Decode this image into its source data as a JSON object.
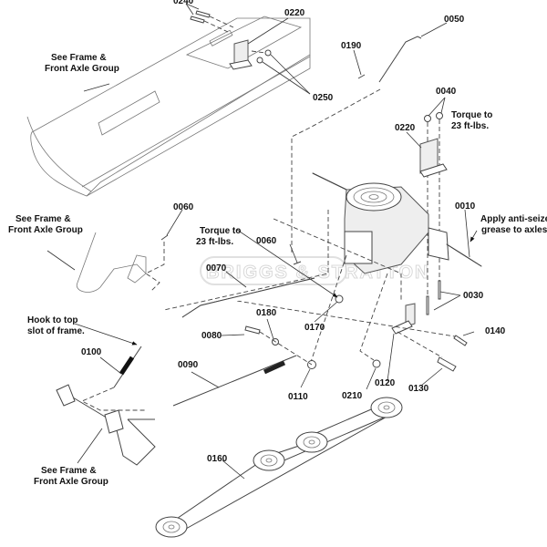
{
  "diagram": {
    "title": "Transaxle / Drive Belt Parts Diagram",
    "watermark": "BRIGGS & STRATTON",
    "callouts": [
      {
        "id": "0010",
        "part": "transaxle"
      },
      {
        "id": "0030",
        "part": "bolts"
      },
      {
        "id": "0040",
        "part": "nuts"
      },
      {
        "id": "0050",
        "part": "shift-rod"
      },
      {
        "id": "0060",
        "part": "clip"
      },
      {
        "id": "0060",
        "part": "clip"
      },
      {
        "id": "0070",
        "part": "brake-rod"
      },
      {
        "id": "0080",
        "part": "bolt"
      },
      {
        "id": "0090",
        "part": "spring-rod"
      },
      {
        "id": "0100",
        "part": "spring"
      },
      {
        "id": "0110",
        "part": "nut"
      },
      {
        "id": "0120",
        "part": "bracket"
      },
      {
        "id": "0130",
        "part": "bolt"
      },
      {
        "id": "0140",
        "part": "screw"
      },
      {
        "id": "0160",
        "part": "drive-belt"
      },
      {
        "id": "0170",
        "part": "nut"
      },
      {
        "id": "0180",
        "part": "washer"
      },
      {
        "id": "0190",
        "part": "clip"
      },
      {
        "id": "0210",
        "part": "nut"
      },
      {
        "id": "0220",
        "part": "bracket"
      },
      {
        "id": "0220",
        "part": "bracket"
      },
      {
        "id": "0240",
        "part": "bolts"
      },
      {
        "id": "0250",
        "part": "nuts"
      }
    ],
    "notes": {
      "frame_top_1": "See Frame &",
      "frame_top_2": "Front Axle Group",
      "frame_mid_1": "See Frame &",
      "frame_mid_2": "Front Axle Group",
      "frame_bot_1": "See Frame &",
      "frame_bot_2": "Front Axle Group",
      "torque_right_1": "Torque to",
      "torque_right_2": "23 ft-lbs.",
      "torque_mid_1": "Torque to",
      "torque_mid_2": "23 ft-lbs.",
      "grease_1": "Apply anti-seize",
      "grease_2": "grease to axles",
      "hook_1": "Hook to top",
      "hook_2": "slot of frame."
    }
  }
}
